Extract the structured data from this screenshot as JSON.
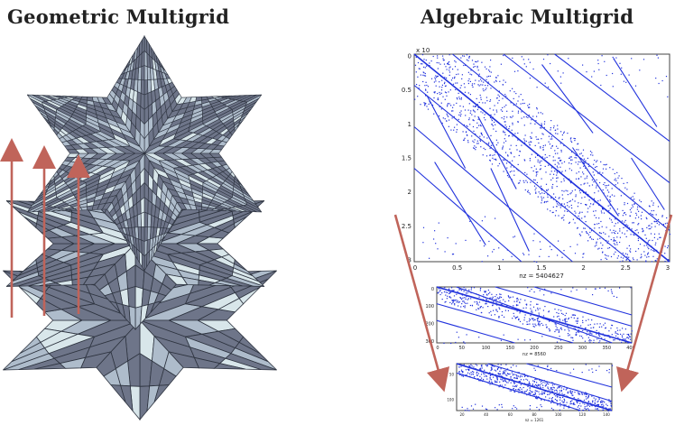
{
  "left_panel": {
    "title": "Geometric Multigrid",
    "colors": {
      "dark": "#6e7589",
      "light": "#aebccb",
      "pale": "#d8e6ea",
      "grid_line": "#2e3440",
      "arrow": "#c0645a"
    }
  },
  "right_panel": {
    "title": "Algebraic Multigrid",
    "colors": {
      "pattern": "#2233dd",
      "axis": "#333333",
      "arrow": "#c0645a"
    },
    "matrix_large": {
      "exponent_label": "x 10",
      "y_ticks": [
        "0",
        "0.5",
        "1",
        "1.5",
        "2",
        "2.5",
        "3"
      ],
      "x_ticks": [
        "0",
        "0.5",
        "1",
        "1.5",
        "2",
        "2.5",
        "3"
      ],
      "xlabel": "nz = 5404627"
    },
    "matrix_medium": {
      "y_ticks": [
        "0",
        "100",
        "200",
        "300"
      ],
      "x_ticks": [
        "0",
        "50",
        "100",
        "150",
        "200",
        "250",
        "300",
        "350",
        "400"
      ],
      "xlabel": "nz = 8560"
    },
    "matrix_small": {
      "y_ticks": [
        "50",
        "100"
      ],
      "x_ticks": [
        "20",
        "40",
        "60",
        "80",
        "100",
        "120",
        "140"
      ],
      "xlabel": "nz = 1261"
    }
  }
}
